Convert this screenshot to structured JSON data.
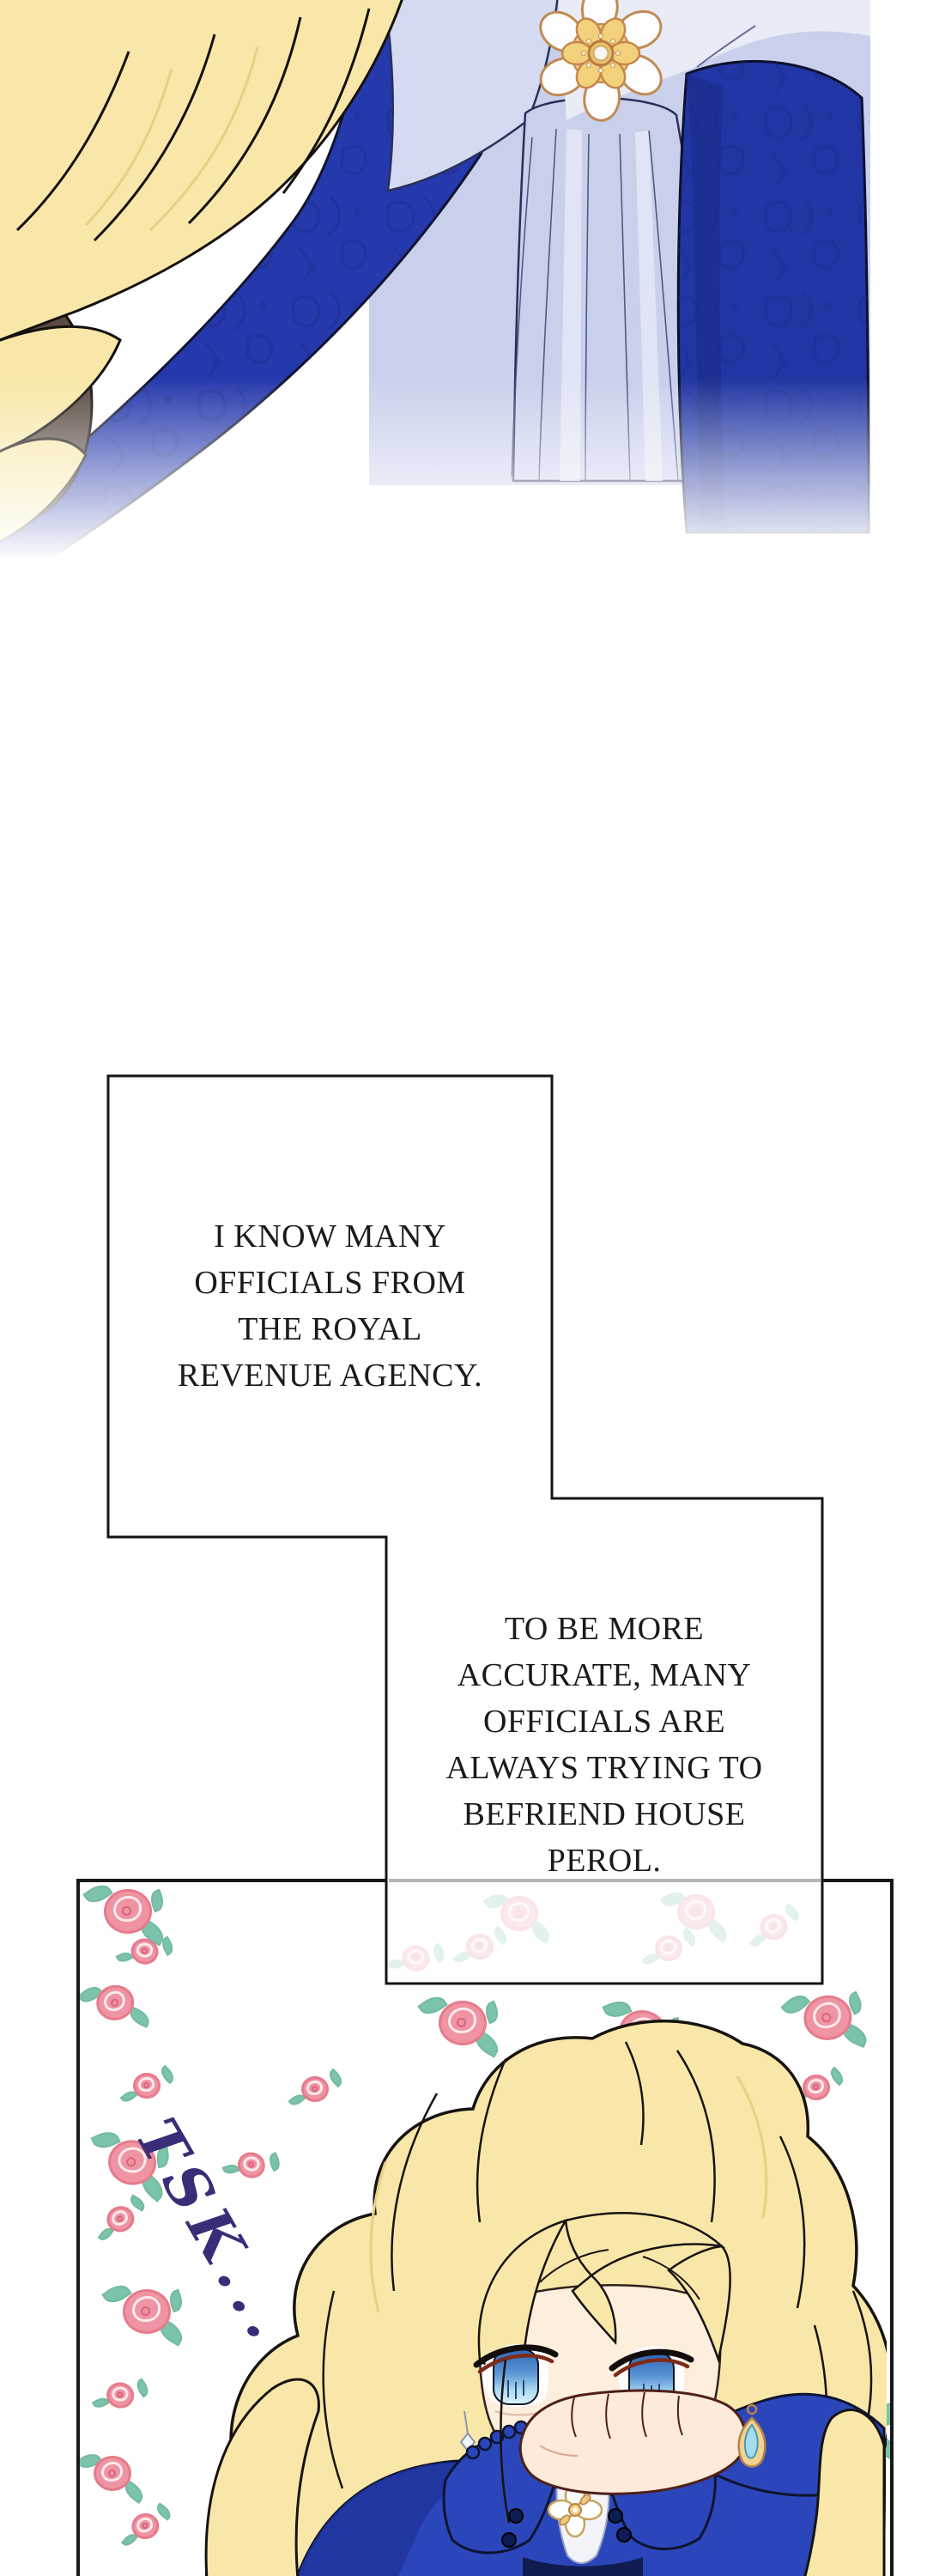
{
  "speech": {
    "bubble1": {
      "lines": [
        "I KNOW MANY",
        "OFFICIALS FROM",
        "THE ROYAL",
        "REVENUE AGENCY."
      ]
    },
    "bubble2": {
      "lines": [
        "TO BE MORE",
        "ACCURATE, MANY",
        "OFFICIALS ARE",
        "ALWAYS TRYING TO",
        "BEFRIEND HOUSE",
        "PEROL."
      ]
    }
  },
  "sfx": {
    "tsk": "TSK..."
  },
  "colors": {
    "text": "#1a1a1a",
    "outline": "#141414",
    "sfx_tsk": "#3a2d78",
    "hair": "#f8e7a8",
    "skin": "#fdeedd",
    "coat_blue": "#2b46ba",
    "damask_blue": "#2539ac",
    "veil_lavender": "#c9d0ec",
    "brooch_gold": "#f3d07c",
    "rose_pink": "#ef94a3",
    "leaf_teal": "#7cc3ab",
    "earring_gem": "#a5dcee"
  }
}
